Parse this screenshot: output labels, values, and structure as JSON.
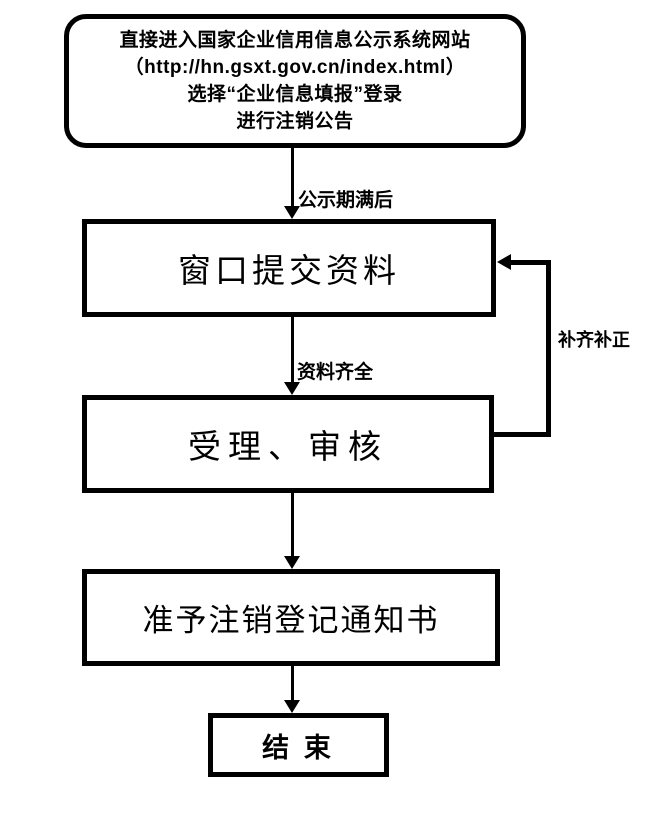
{
  "flowchart": {
    "start_box": {
      "line1": "直接进入国家企业信用信息公示系统网站",
      "line2": "（http://hn.gsxt.gov.cn/index.html）",
      "line3": "选择“企业信息填报”登录",
      "line4": "进行注销公告"
    },
    "boxes": {
      "submit": "窗口提交资料",
      "review": "受理、审核",
      "notice": "准予注销登记通知书",
      "end": "结 束"
    },
    "edge_labels": {
      "publicity": "公示期满后",
      "complete": "资料齐全",
      "loop": "补齐补正"
    },
    "colors": {
      "line": "#000000",
      "background": "#ffffff",
      "text": "#000000"
    }
  }
}
